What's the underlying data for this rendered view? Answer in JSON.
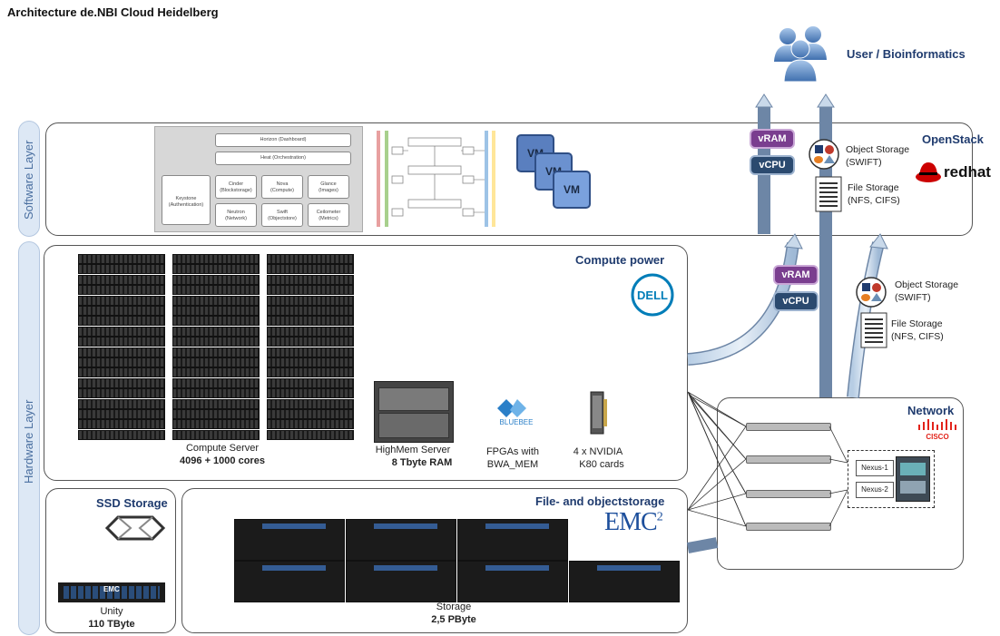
{
  "title": "Architecture de.NBI Cloud Heidelberg",
  "layers": {
    "software": "Software Layer",
    "hardware": "Hardware Layer"
  },
  "user": {
    "label": "User / Bioinformatics"
  },
  "openstack": {
    "header": "OpenStack",
    "vram": "vRAM",
    "vcpu": "vCPU",
    "object_storage": "Object Storage",
    "object_storage_sub": "(SWIFT)",
    "file_storage": "File Storage",
    "file_storage_sub": "(NFS, CIFS)",
    "vm_label": "VM",
    "redhat_logo": "redhat",
    "components": {
      "horizon": "Horizon (Dashboard)",
      "heat": "Heat (Orchestration)",
      "keystone": "Keystone",
      "keystone_sub": "(Authentication)",
      "cinder": "Cinder",
      "cinder_sub": "(Blockstorage)",
      "nova": "Nova",
      "nova_sub": "(Compute)",
      "glance": "Glance",
      "glance_sub": "(Images)",
      "neutron": "Neutron",
      "neutron_sub": "(Network)",
      "swift": "Swift",
      "swift_sub": "(Objectstore)",
      "ceilometer": "Ceilometer",
      "ceilometer_sub": "(Metrics)"
    }
  },
  "compute": {
    "header": "Compute power",
    "dell_logo": "DELL",
    "server_label": "Compute Server",
    "server_cores": "4096 + 1000 cores",
    "highmem_label": "HighMem Server",
    "highmem_ram": "8 Tbyte RAM",
    "bluebee_logo": "BLUEBEE",
    "fpga_label": "FPGAs with",
    "fpga_label2": "BWA_MEM",
    "gpu_label": "4 x NVIDIA",
    "gpu_label2": "K80 cards"
  },
  "hw_storage_side": {
    "vram": "vRAM",
    "vcpu": "vCPU",
    "object_storage": "Object Storage",
    "object_storage_sub": "(SWIFT)",
    "file_storage": "File Storage",
    "file_storage_sub": "(NFS, CIFS)"
  },
  "network": {
    "header": "Network",
    "cisco_logo": "CISCO",
    "nexus1": "Nexus-1",
    "nexus2": "Nexus-2"
  },
  "ssd": {
    "header": "SSD Storage",
    "device_name": "Unity",
    "capacity": "110 TByte",
    "emc_small": "EMC"
  },
  "fileobj": {
    "header": "File- and objectstorage",
    "emc_logo": "EMC",
    "emc_sup": "2",
    "label": "Storage",
    "capacity": "2,5 PByte"
  },
  "colors": {
    "accent": "#1f3b6e",
    "tube": "#c9d9ea",
    "vram": "#7a3e8f",
    "vcpu": "#2b4a6f",
    "redhat": "#cc0000",
    "dell": "#007db8",
    "cisco": "#e2231a"
  }
}
